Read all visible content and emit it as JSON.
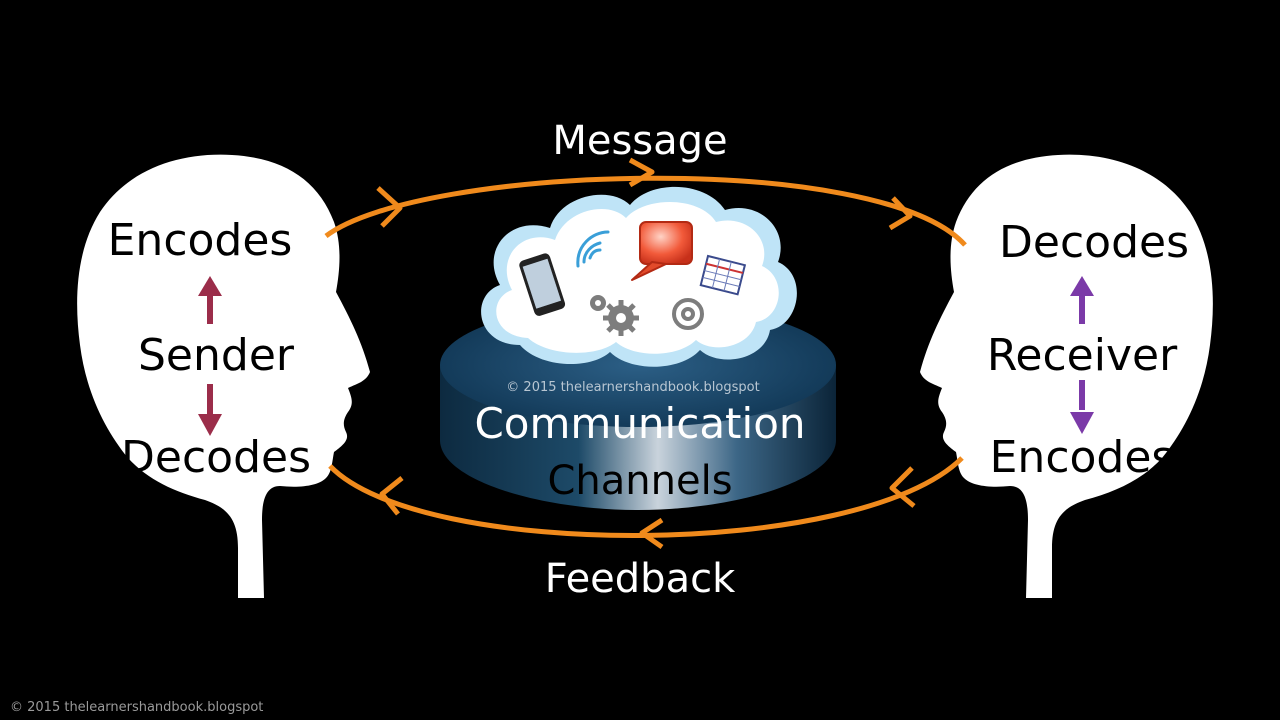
{
  "sender": {
    "top_label": "Encodes",
    "middle_label": "Sender",
    "bottom_label": "Decodes",
    "arrow_color": "#9b2d4a"
  },
  "receiver": {
    "top_label": "Decodes",
    "middle_label": "Receiver",
    "bottom_label": "Encodes",
    "arrow_color": "#7b3aa8"
  },
  "loop": {
    "top_label": "Message",
    "bottom_label": "Feedback",
    "color": "#f08a1c"
  },
  "channels": {
    "line1": "Communication",
    "line2": "Channels",
    "watermark": "© 2015 thelearnershandbook.blogspot",
    "icons": [
      "smartphone-icon",
      "wifi-icon",
      "chat-bubble-icon",
      "spreadsheet-icon",
      "gears-icon",
      "at-sign-icon"
    ]
  },
  "footer": {
    "copyright": "© 2015 thelearnershandbook.blogspot"
  }
}
